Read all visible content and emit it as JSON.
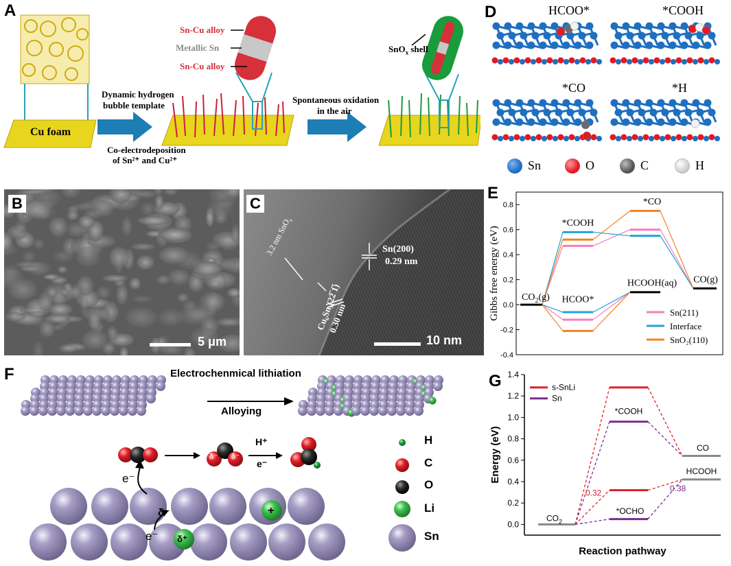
{
  "panelA": {
    "label": "A",
    "foam_label": "Cu foam",
    "arrow1_top": [
      "Dynamic hydrogen",
      "bubble template"
    ],
    "arrow1_bottom": [
      "Co-electrodeposition",
      "of Sn²⁺ and Cu²⁺"
    ],
    "callouts": [
      "Sn-Cu alloy",
      "Metallic Sn",
      "Sn-Cu alloy"
    ],
    "arrow2_top": [
      "Spontaneous oxidation",
      "in the air"
    ],
    "shell_label": "SnO",
    "shell_sub": "x",
    "shell_suffix": " shell",
    "colors": {
      "foam": "#e8d51e",
      "alloy": "#d6303a",
      "tin": "#c8c8c8",
      "shell": "#1a9b3c",
      "arrow": "#1d7db5"
    }
  },
  "panelB": {
    "label": "B",
    "scalebar": "5 μm"
  },
  "panelC": {
    "label": "C",
    "scalebar": "10 nm",
    "ann_sno": "3.2 nm SnO",
    "ann_sno_sub": "x",
    "ann_sn200": "Sn(200)",
    "ann_sn200_d": "0.29 nm",
    "ann_cusn": "Cu₆Sn₅(22̅ 1̅)",
    "ann_cusn_d": "0.30 nm"
  },
  "panelD": {
    "label": "D",
    "titles": [
      "HCOO*",
      "*COOH",
      "*CO",
      "*H"
    ],
    "legend": [
      {
        "name": "Sn",
        "color": "#1f6fc0"
      },
      {
        "name": "O",
        "color": "#e01b24"
      },
      {
        "name": "C",
        "color": "#6a6a6a"
      },
      {
        "name": "H",
        "color": "#f2f2f2"
      }
    ]
  },
  "panelE": {
    "label": "E"
  },
  "panelF": {
    "label": "F",
    "top_text": "Electrochenmical lithiation",
    "alloy_text": "Alloying",
    "electron": "e⁻",
    "hplus": "H⁺",
    "delta_minus": "δ⁻",
    "delta_plus": "δ⁺",
    "plus": "+",
    "legend": [
      {
        "name": "H",
        "color": "#1a9b3c"
      },
      {
        "name": "C",
        "color": "#e01b24"
      },
      {
        "name": "O",
        "color": "#2a2a2a"
      },
      {
        "name": "Li",
        "color": "#3fc24f"
      },
      {
        "name": "Sn",
        "color": "#8e86ac"
      }
    ]
  },
  "panelG": {
    "label": "G"
  },
  "chart_data": [
    {
      "type": "line",
      "panel": "E",
      "ylabel": "Gibbs free energy (eV)",
      "ylim": [
        -0.4,
        0.9
      ],
      "yticks": [
        -0.4,
        -0.2,
        0.0,
        0.2,
        0.4,
        0.6,
        0.8
      ],
      "ytick_labels": [
        "-0.4",
        "-0.2",
        "0.0",
        "0.2",
        "0.4",
        "0.6",
        "0.8"
      ],
      "states": [
        "CO₂(g)",
        "*COOH",
        "*CO",
        "CO(g)",
        "HCOO*",
        "HCOOH(aq)"
      ],
      "state_labels": [
        {
          "text": "CO",
          "sub": "2",
          "tail": "(g)"
        },
        {
          "text": "*COOH"
        },
        {
          "text": "*CO"
        },
        {
          "text": "CO(g)"
        },
        {
          "text": "HCOO*"
        },
        {
          "text": "HCOOH(aq)"
        }
      ],
      "shared_levels": {
        "CO2(g)": 0.0,
        "HCOOH(aq)": 0.1,
        "CO(g)": 0.13
      },
      "series": [
        {
          "name": "Sn(211)",
          "color": "#f57dbb",
          "COOH": 0.47,
          "CO": 0.6,
          "HCOO": -0.12
        },
        {
          "name": "Interface",
          "color": "#1fa3d8",
          "COOH": 0.58,
          "CO": 0.55,
          "HCOO": -0.06
        },
        {
          "name": "SnO₂(110)",
          "color": "#f58220",
          "COOH": 0.52,
          "CO": 0.75,
          "HCOO": -0.21
        }
      ],
      "legend_position": "bottom-right"
    },
    {
      "type": "line",
      "panel": "G",
      "xlabel": "Reaction pathway",
      "ylabel": "Energy (eV)",
      "ylim": [
        -0.1,
        1.4
      ],
      "yticks": [
        0.0,
        0.2,
        0.4,
        0.6,
        0.8,
        1.0,
        1.2,
        1.4
      ],
      "ytick_labels": [
        "0.0",
        "0.2",
        "0.4",
        "0.6",
        "0.8",
        "1.0",
        "1.2",
        "1.4"
      ],
      "series": [
        {
          "name": "s-SnLi",
          "color": "#e0202a",
          "values": {
            "CO2": 0.0,
            "COOH": 1.28,
            "CO": 0.64,
            "OCHO": 0.32,
            "HCOOH": 0.42
          }
        },
        {
          "name": "Sn",
          "color": "#7b2b8f",
          "values": {
            "CO2": 0.0,
            "COOH": 0.96,
            "CO": 0.64,
            "OCHO": 0.05,
            "HCOOH": 0.42
          }
        }
      ],
      "shared_levels": {
        "CO2": 0.0,
        "CO": 0.64,
        "HCOOH": 0.42
      },
      "labels": {
        "co2": "CO",
        "co2_sub": "2",
        "cooh": "*COOH",
        "ocho": "*OCHO",
        "co": "CO",
        "hcooh": "HCOOH"
      },
      "annotations": [
        {
          "text": "0.32",
          "color": "#e0202a"
        },
        {
          "text": "0.38",
          "color": "#7b2b8f"
        }
      ],
      "legend_position": "top-left"
    }
  ]
}
